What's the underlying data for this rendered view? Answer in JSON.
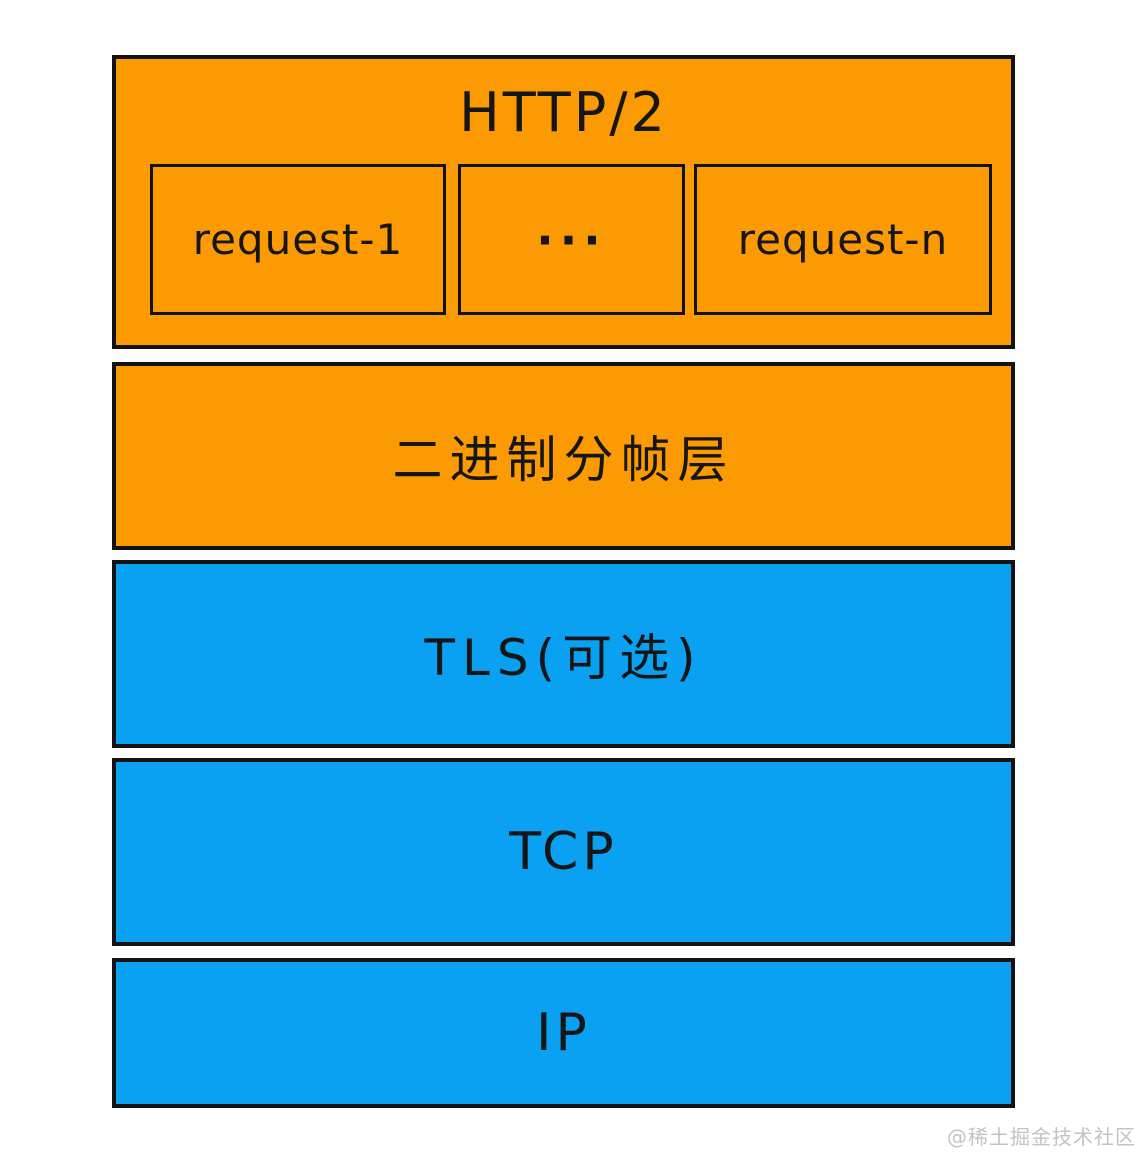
{
  "page": {
    "background": "#ffffff",
    "watermark": "@稀土掘金技术社区"
  },
  "colors": {
    "layer_orange": "#FB9A03",
    "layer_blue": "#0AA1F2",
    "border_black": "#121212",
    "text_black": "#161616",
    "watermark_gray": "#C3C3C3"
  },
  "diagram": {
    "type": "protocol-stack",
    "description": "HTTP/2 protocol layer stack",
    "layers": [
      {
        "id": "http2",
        "label": "HTTP/2",
        "color": "#FB9A03",
        "children": [
          {
            "label": "request-1"
          },
          {
            "label": "···"
          },
          {
            "label": "request-n"
          }
        ]
      },
      {
        "id": "binary-framing-layer",
        "label": "二进制分帧层",
        "color": "#FB9A03"
      },
      {
        "id": "tls-optional",
        "label": "TLS(可选)",
        "color": "#0AA1F2"
      },
      {
        "id": "tcp",
        "label": "TCP",
        "color": "#0AA1F2"
      },
      {
        "id": "ip",
        "label": "IP",
        "color": "#0AA1F2"
      }
    ]
  }
}
